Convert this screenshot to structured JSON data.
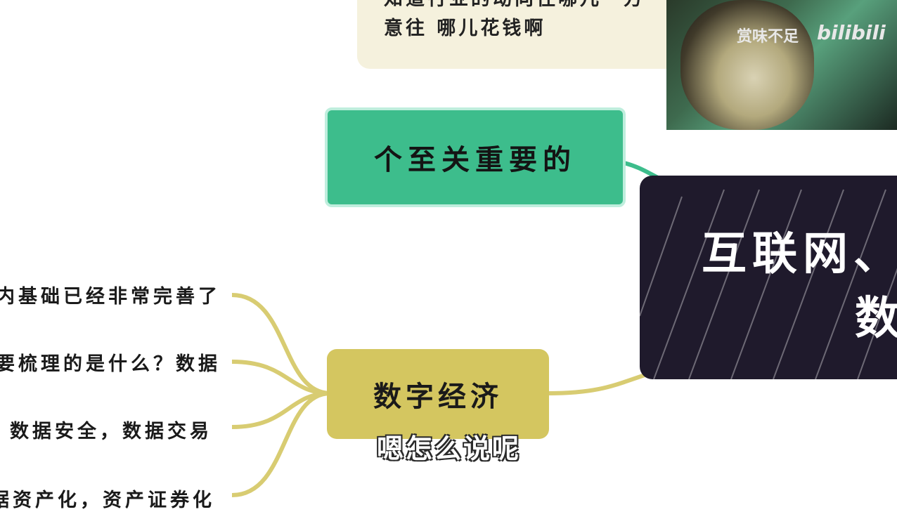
{
  "top_note": {
    "line1": "知道行业的动向往哪儿一方",
    "line2": "意往 哪儿花钱啊"
  },
  "nodes": {
    "green": "个至关重要的",
    "yellow": "数字经济",
    "root_line1": "互联网、",
    "root_line2": "数"
  },
  "leaves": [
    "内基础已经非常完善了",
    "要梳理的是什么？数据",
    "数据安全，数据交易",
    "据资产化，资产证券化"
  ],
  "subtitle": "嗯怎么说呢",
  "webcam": {
    "watermark": "赏味不足",
    "logo": "bilibili"
  },
  "colors": {
    "green_node": "#3dbd8c",
    "yellow_node": "#d4c660",
    "root_node": "#1f1a2c",
    "link": "#d8cc72"
  }
}
